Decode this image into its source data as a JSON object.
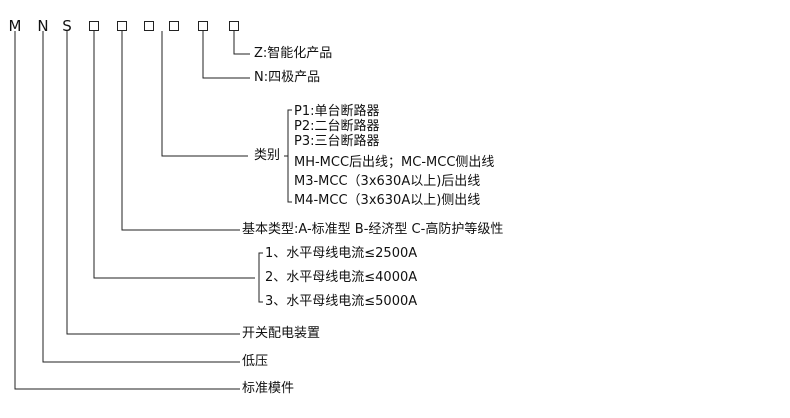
{
  "code": {
    "letters": [
      "M",
      "N",
      "S"
    ]
  },
  "labels": {
    "z": "Z:智能化产品",
    "n": "N:四极产品",
    "category_title": "类别",
    "category_items": [
      "P1:单台断路器",
      "P2:二台断路器",
      "P3:三台断路器",
      "MH-MCC后出线；MC-MCC侧出线",
      "M3-MCC（3x630A以上)后出线",
      "M4-MCC（3x630A以上)侧出线"
    ],
    "basic_type": "基本类型:A-标准型 B-经济型 C-高防护等级性",
    "busbar_items": [
      "1、水平母线电流≤2500A",
      "2、水平母线电流≤4000A",
      "3、水平母线电流≤5000A"
    ],
    "switchgear": "开关配电装置",
    "low_voltage": "低压",
    "standard_module": "标准模件"
  }
}
